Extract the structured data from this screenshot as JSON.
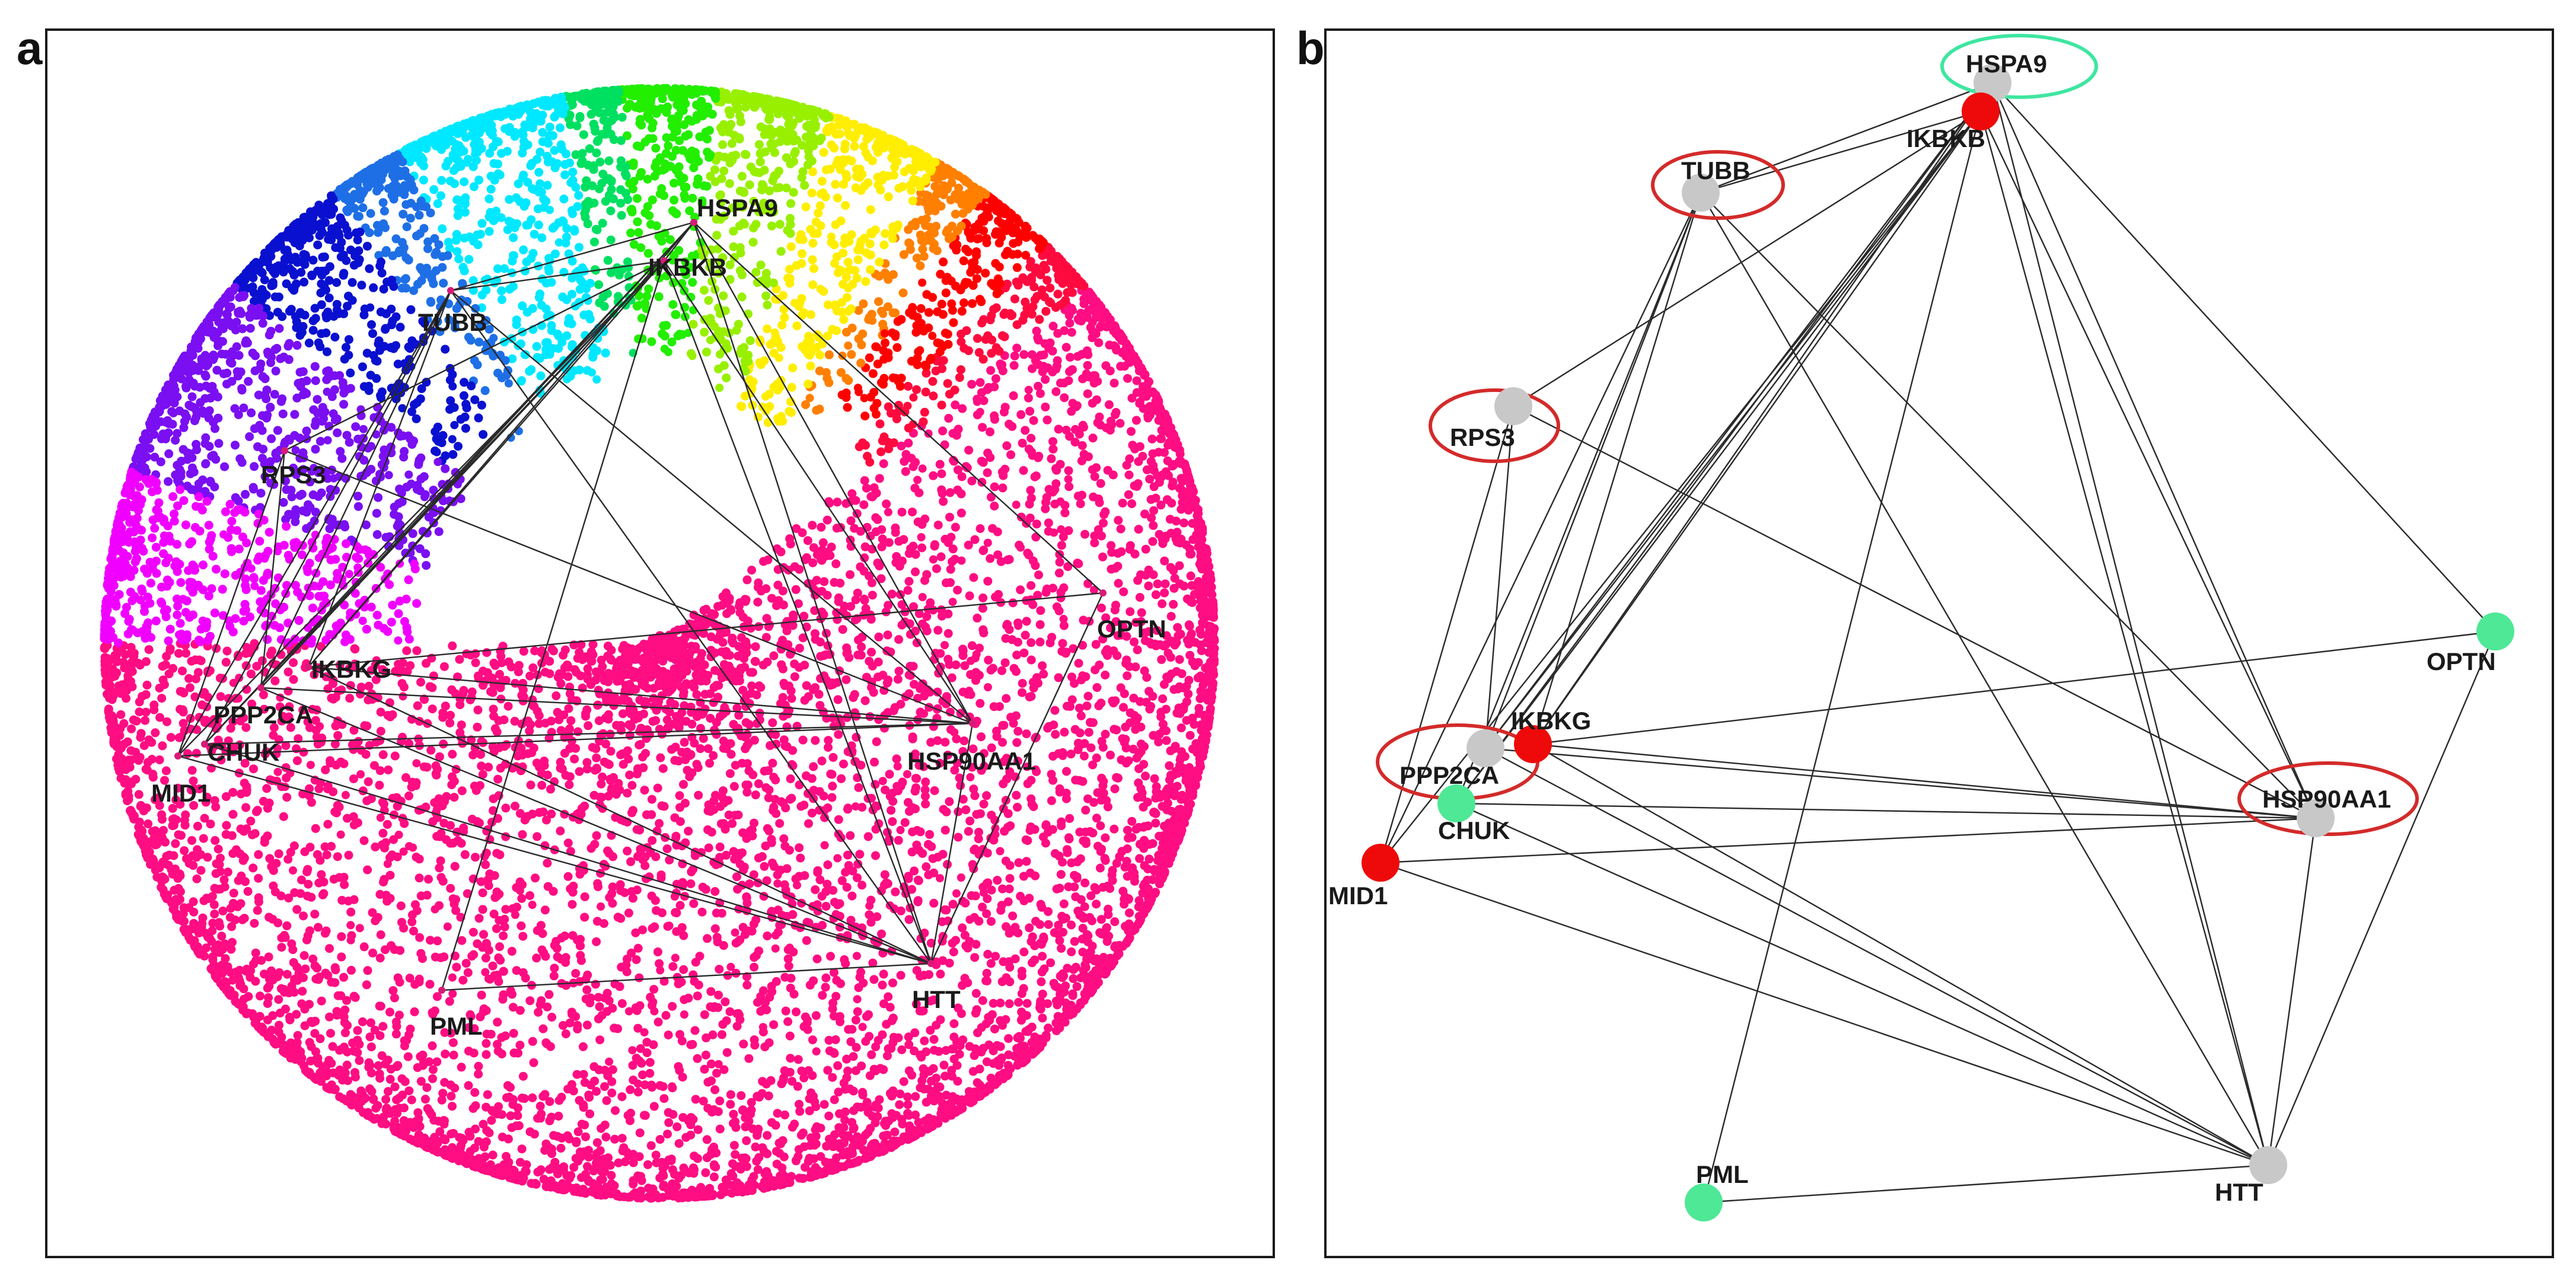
{
  "panels": {
    "a": {
      "letter": "a",
      "nodes": [
        {
          "id": "HSPA9",
          "label": "HSPA9"
        },
        {
          "id": "IKBKB",
          "label": "IKBKB"
        },
        {
          "id": "TUBB",
          "label": "TUBB"
        },
        {
          "id": "RPS3",
          "label": "RPS3"
        },
        {
          "id": "IKBKG",
          "label": "IKBKG"
        },
        {
          "id": "PPP2CA",
          "label": "PPP2CA"
        },
        {
          "id": "CHUK",
          "label": "CHUK"
        },
        {
          "id": "MID1",
          "label": "MID1"
        },
        {
          "id": "OPTN",
          "label": "OPTN"
        },
        {
          "id": "HSP90AA1",
          "label": "HSP90AA1"
        },
        {
          "id": "HTT",
          "label": "HTT"
        },
        {
          "id": "PML",
          "label": "PML"
        }
      ],
      "colors": [
        "#ff0d82",
        "#ff0a3e",
        "#ff0000",
        "#ff7f00",
        "#ffee00",
        "#98f000",
        "#22ee00",
        "#00e060",
        "#00e8ff",
        "#1e6fe6",
        "#0a10cf",
        "#7a0ff2",
        "#f000ff"
      ]
    },
    "b": {
      "letter": "b",
      "nodes": [
        {
          "id": "HSPA9",
          "label": "HSPA9",
          "node_color": "#c8c8c8",
          "ring": "#3ee6a0"
        },
        {
          "id": "IKBKB",
          "label": "IKBKB",
          "node_color": "#ee0a0a",
          "ring": ""
        },
        {
          "id": "TUBB",
          "label": "TUBB",
          "node_color": "#c8c8c8",
          "ring": "#d42a2a"
        },
        {
          "id": "RPS3",
          "label": "RPS3",
          "node_color": "#c8c8c8",
          "ring": "#d42a2a"
        },
        {
          "id": "IKBKG",
          "label": "IKBKG",
          "node_color": "#ee0a0a",
          "ring": ""
        },
        {
          "id": "PPP2CA",
          "label": "PPP2CA",
          "node_color": "#c8c8c8",
          "ring": "#d42a2a"
        },
        {
          "id": "CHUK",
          "label": "CHUK",
          "node_color": "#4ee896",
          "ring": ""
        },
        {
          "id": "MID1",
          "label": "MID1",
          "node_color": "#ee0a0a",
          "ring": ""
        },
        {
          "id": "OPTN",
          "label": "OPTN",
          "node_color": "#4ee896",
          "ring": ""
        },
        {
          "id": "HSP90AA1",
          "label": "HSP90AA1",
          "node_color": "#c8c8c8",
          "ring": "#d42a2a"
        },
        {
          "id": "HTT",
          "label": "HTT",
          "node_color": "#c8c8c8",
          "ring": ""
        },
        {
          "id": "PML",
          "label": "PML",
          "node_color": "#4ee896",
          "ring": ""
        }
      ]
    }
  },
  "edges": [
    [
      "HSPA9",
      "IKBKB"
    ],
    [
      "HSPA9",
      "TUBB"
    ],
    [
      "HSPA9",
      "OPTN"
    ],
    [
      "HSPA9",
      "HSP90AA1"
    ],
    [
      "HSPA9",
      "HTT"
    ],
    [
      "HSPA9",
      "IKBKG"
    ],
    [
      "HSPA9",
      "PPP2CA"
    ],
    [
      "HSPA9",
      "CHUK"
    ],
    [
      "IKBKB",
      "TUBB"
    ],
    [
      "IKBKB",
      "IKBKG"
    ],
    [
      "IKBKB",
      "PPP2CA"
    ],
    [
      "IKBKB",
      "CHUK"
    ],
    [
      "IKBKB",
      "MID1"
    ],
    [
      "IKBKB",
      "HSP90AA1"
    ],
    [
      "IKBKB",
      "HTT"
    ],
    [
      "IKBKB",
      "PML"
    ],
    [
      "IKBKB",
      "RPS3"
    ],
    [
      "TUBB",
      "IKBKG"
    ],
    [
      "TUBB",
      "PPP2CA"
    ],
    [
      "TUBB",
      "CHUK"
    ],
    [
      "TUBB",
      "HSP90AA1"
    ],
    [
      "TUBB",
      "HTT"
    ],
    [
      "TUBB",
      "MID1"
    ],
    [
      "RPS3",
      "HSP90AA1"
    ],
    [
      "RPS3",
      "PPP2CA"
    ],
    [
      "RPS3",
      "MID1"
    ],
    [
      "IKBKG",
      "OPTN"
    ],
    [
      "IKBKG",
      "HSP90AA1"
    ],
    [
      "IKBKG",
      "HTT"
    ],
    [
      "PPP2CA",
      "HSP90AA1"
    ],
    [
      "PPP2CA",
      "HTT"
    ],
    [
      "CHUK",
      "HSP90AA1"
    ],
    [
      "CHUK",
      "HTT"
    ],
    [
      "MID1",
      "HSP90AA1"
    ],
    [
      "MID1",
      "HTT"
    ],
    [
      "HSP90AA1",
      "HTT"
    ],
    [
      "OPTN",
      "HTT"
    ],
    [
      "PML",
      "HTT"
    ]
  ]
}
